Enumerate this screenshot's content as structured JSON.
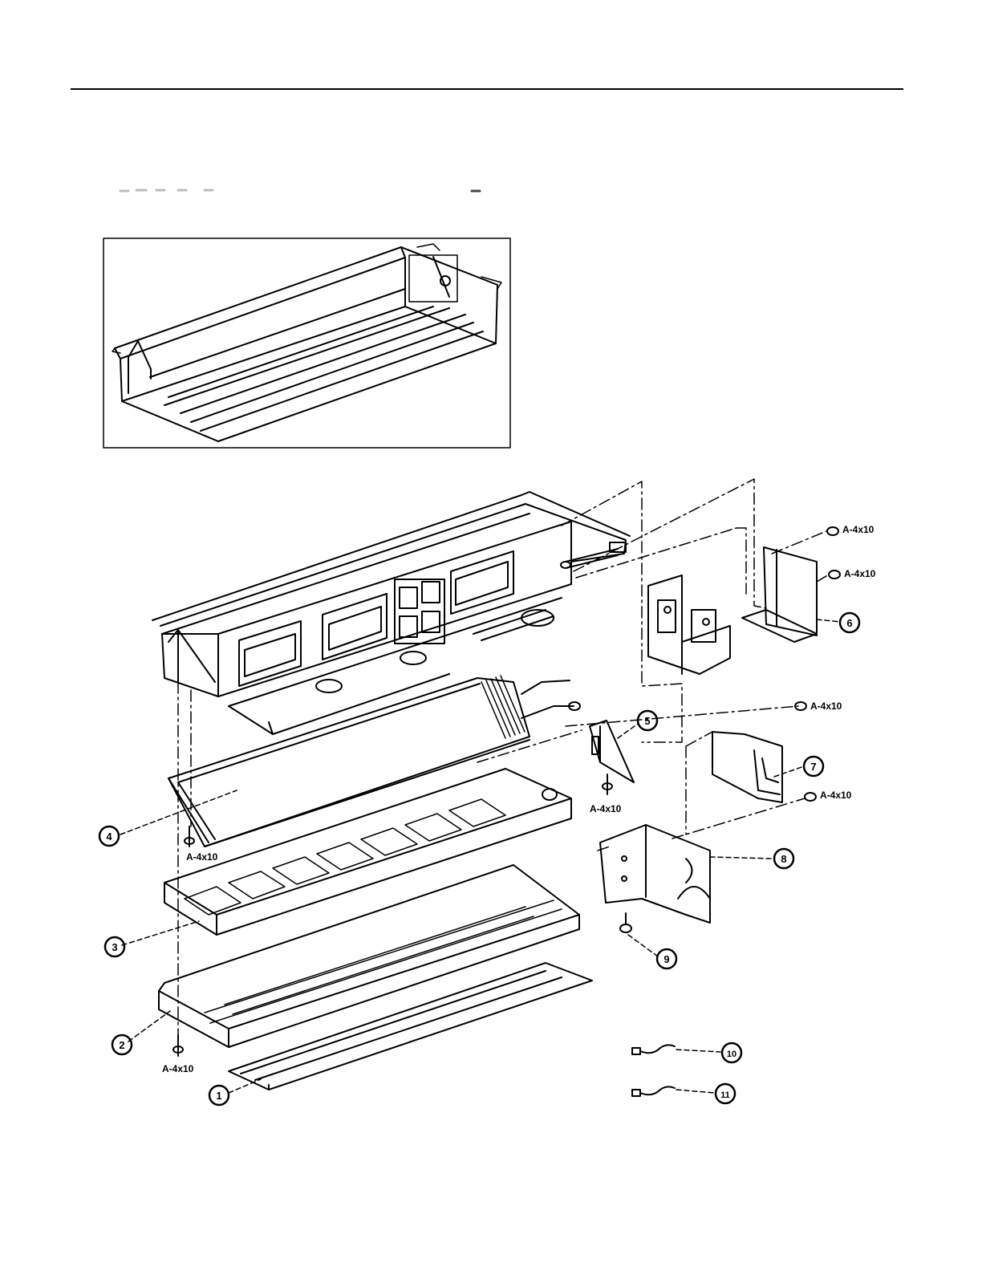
{
  "colors": {
    "ink": "#000000",
    "paper": "#ffffff"
  },
  "screw_labels": {
    "fan_cover_top": "A-4x10",
    "fan_cover_bottom": "A-4x10",
    "bracket_bottom": "A-4x10",
    "evaporator_left": "A-4x10",
    "control_cover_top": "A-4x10",
    "control_cover_bottom": "A-4x10",
    "base_left": "A-4x10"
  },
  "callouts": [
    {
      "id": "c1",
      "number": "1"
    },
    {
      "id": "c2",
      "number": "2"
    },
    {
      "id": "c3",
      "number": "3"
    },
    {
      "id": "c4",
      "number": "4"
    },
    {
      "id": "c5",
      "number": "5"
    },
    {
      "id": "c6",
      "number": "6"
    },
    {
      "id": "c7",
      "number": "7"
    },
    {
      "id": "c8",
      "number": "8"
    },
    {
      "id": "c9",
      "number": "9"
    },
    {
      "id": "c10",
      "number": "10"
    },
    {
      "id": "c11",
      "number": "11"
    }
  ]
}
